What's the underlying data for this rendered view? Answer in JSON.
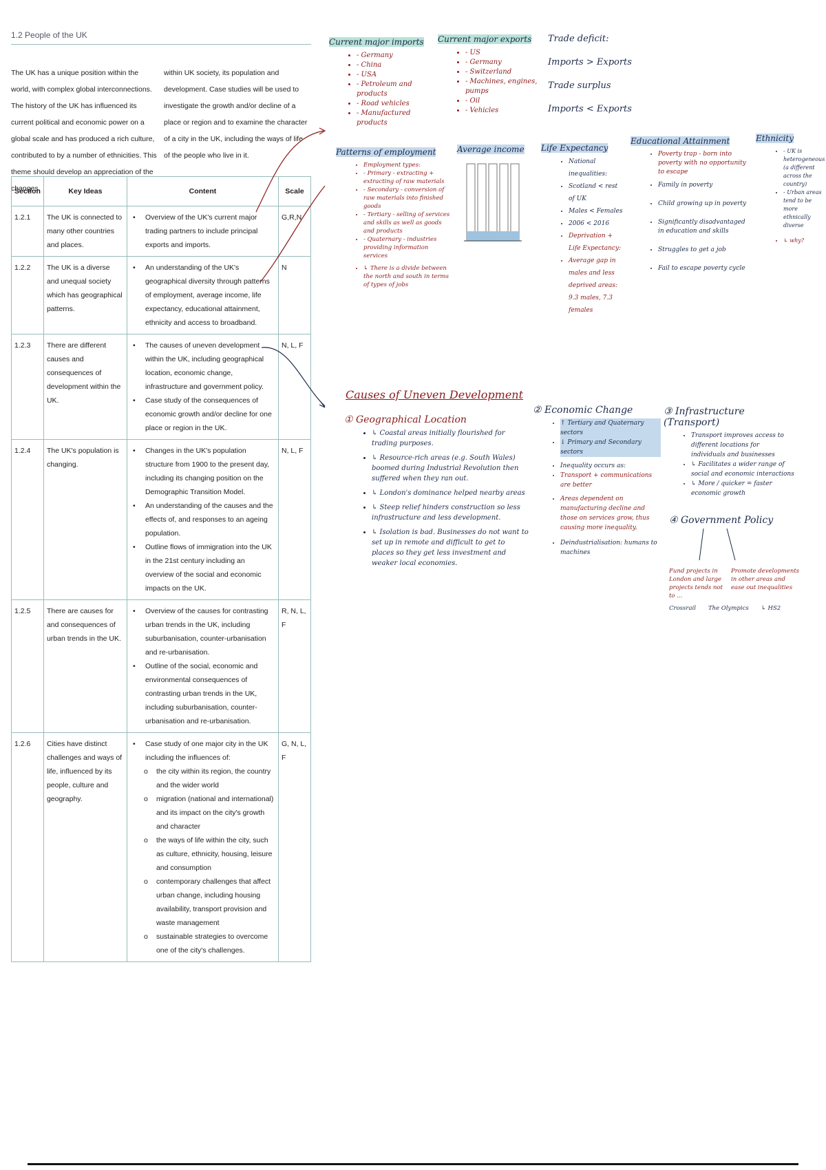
{
  "heading": "1.2 People of the UK",
  "intro_left": "The UK has a unique position within the world, with complex global interconnections. The history of the UK has influenced its current political and economic power on a global scale and has produced a rich culture, contributed to by a number of ethnicities. This theme should develop an appreciation of the changes",
  "intro_right": "within UK society, its population and development. Case studies will be used to investigate the growth and/or decline of a place or region and to examine the character of a city in the UK, including the ways of life of the people who live in it.",
  "table": {
    "headers": [
      "Section",
      "Key Ideas",
      "Content",
      "Scale"
    ],
    "rows": [
      {
        "section": "1.2.1",
        "key": "The UK is connected to many other countries and places.",
        "content": [
          "Overview of the UK's current major trading partners to include principal exports and imports."
        ],
        "scale": "G,R,N"
      },
      {
        "section": "1.2.2",
        "key": "The UK is a diverse and unequal society which has geographical patterns.",
        "content": [
          "An understanding of the UK's geographical diversity through patterns of employment, average income, life expectancy, educational attainment, ethnicity and access to broadband."
        ],
        "scale": "N"
      },
      {
        "section": "1.2.3",
        "key": "There are different causes and consequences of development within the UK.",
        "content": [
          "The causes of uneven development within the UK, including geographical location, economic change, infrastructure and government policy.",
          "Case study of the consequences of economic growth and/or decline for one place or region in the UK."
        ],
        "scale": "N, L, F"
      },
      {
        "section": "1.2.4",
        "key": "The UK's population is changing.",
        "content": [
          "Changes in the UK's population structure from 1900 to the present day, including its changing position on the Demographic Transition Model.",
          "An understanding of the causes and the effects of, and responses to an ageing population.",
          "Outline flows of immigration into the UK in the 21st century including an overview of the social and economic impacts on the UK."
        ],
        "scale": "N, L, F"
      },
      {
        "section": "1.2.5",
        "key": "There are causes for and consequences of urban trends in the UK.",
        "content": [
          "Overview of the causes for contrasting urban trends in the UK, including suburbanisation, counter-urbanisation and re-urbanisation.",
          "Outline of the social, economic and environmental consequences of contrasting urban trends in the UK, including suburbanisation, counter-urbanisation and re-urbanisation."
        ],
        "scale": "R, N, L, F"
      },
      {
        "section": "1.2.6",
        "key": "Cities have distinct challenges and ways of life, influenced by its people, culture and geography.",
        "content": [
          "Case study of one major city in the UK including the influences of:"
        ],
        "sub": [
          "the city within its region, the country and the wider world",
          "migration (national and international) and its impact on the city's growth and character",
          "the ways of life within the city, such as culture, ethnicity, housing, leisure and consumption",
          "contemporary challenges that affect urban change, including housing availability, transport provision and waste management",
          "sustainable strategies to overcome one of the city's challenges."
        ],
        "scale": "G, N, L, F"
      }
    ]
  },
  "notes": {
    "imports_title": "Current major imports",
    "imports": [
      "- Germany",
      "- China",
      "- USA",
      "- Petroleum and products",
      "- Road vehicles",
      "- Manufactured products"
    ],
    "exports_title": "Current major exports",
    "exports": [
      "- US",
      "- Germany",
      "- Switzerland",
      "- Machines, engines, pumps",
      "- Oil",
      "- Vehicles"
    ],
    "trade_deficit": "Trade deficit:",
    "deficit_rule": "Imports > Exports",
    "trade_surplus": "Trade surplus",
    "surplus_rule": "Imports < Exports",
    "employment_title": "Patterns of employment",
    "employment": [
      "Employment types:",
      "- Primary - extracting + extracting of raw materials",
      "- Secondary - conversion of raw materials into finished goods",
      "- Tertiary - selling of services and skills as well as goods and products",
      "- Quaternary - industries providing information services",
      "↳ There is a divide between the north and south in terms of types of jobs"
    ],
    "income_title": "Average income",
    "life_title": "Life Expectancy",
    "life": [
      "National inequalities:",
      "Scotland < rest of UK",
      "Males < Females",
      "2006 < 2016",
      "Deprivation + Life Expectancy:",
      "Average gap in males and less deprived areas: 9.3 males, 7.3 females"
    ],
    "education_title": "Educational Attainment",
    "education": [
      "Poverty trap - born into poverty with no opportunity to escape",
      "Family in poverty",
      "Child growing up in poverty",
      "Significantly disadvantaged in education and skills",
      "Struggles to get a job",
      "Fail to escape poverty cycle"
    ],
    "ethnicity_title": "Ethnicity",
    "ethnicity": [
      "- UK is heterogeneous (a different across the country)",
      "- Urban areas tend to be more ethnically diverse",
      "↳ why?"
    ],
    "causes_title": "Causes of Uneven Development",
    "geo_title": "① Geographical Location",
    "geo": [
      "↳ Coastal areas initially flourished for trading purposes.",
      "↳ Resource-rich areas (e.g. South Wales) boomed during Industrial Revolution then suffered when they ran out.",
      "↳ London's dominance helped nearby areas",
      "↳ Steep relief hinders construction so less infrastructure and less development.",
      "↳ Isolation is bad. Businesses do not want to set up in remote and difficult to get to places so they get less investment and weaker local economies."
    ],
    "econ_title": "② Economic Change",
    "econ": [
      "↑ Tertiary and Quaternary sectors",
      "↓ Primary and Secondary sectors",
      "Inequality occurs as:",
      "Transport + communications are better",
      "Areas dependent on manufacturing decline and those on services grow, thus causing more inequality.",
      "Deindustrialisation: humans to machines"
    ],
    "infra_title": "③ Infrastructure (Transport)",
    "infra": [
      "Transport improves access to different locations for individuals and businesses",
      "↳ Facilitates a wider range of social and economic interactions",
      "↳ More / quicker = faster economic growth"
    ],
    "gov_title": "④ Government Policy",
    "gov": [
      "Fund projects in London and large projects tends not to ...",
      "Promote developments in other areas and ease out inequalities",
      "↳ HS2",
      "Crossrail",
      "The Olympics"
    ]
  }
}
